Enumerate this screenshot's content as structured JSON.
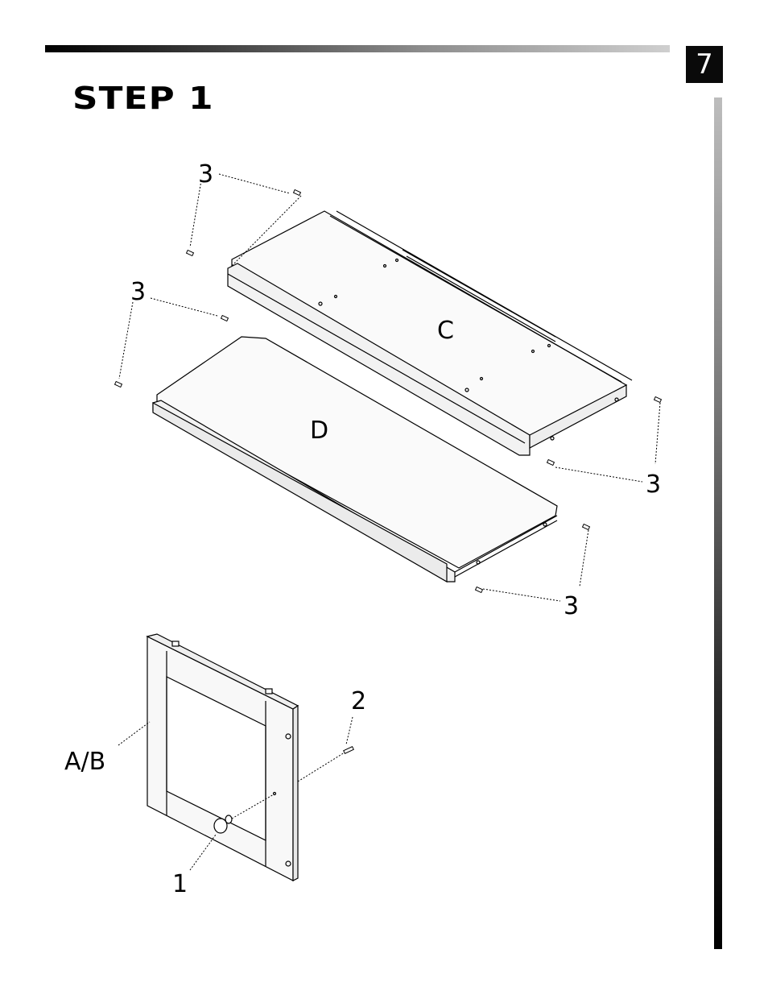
{
  "page_number": "7",
  "step_title": "STEP 1",
  "parts": {
    "panel_c": "C",
    "panel_d": "D",
    "door": "A/B",
    "knob": "1",
    "screw": "2",
    "dowel": "3"
  }
}
